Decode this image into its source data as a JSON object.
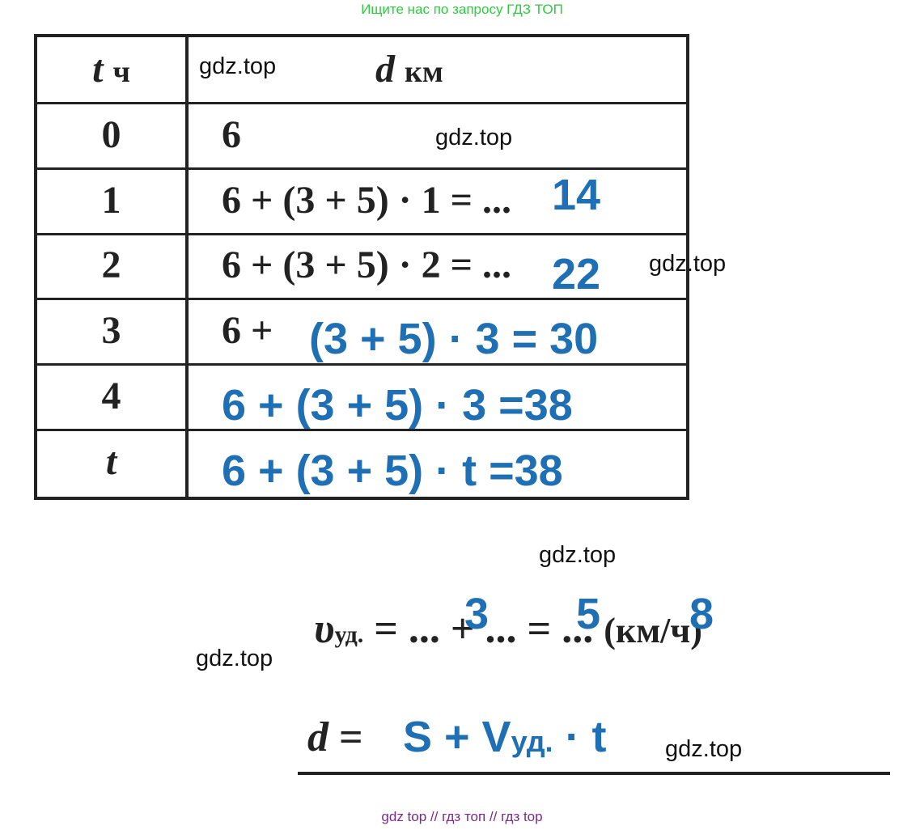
{
  "banner": "Ищите нас по запросу ГДЗ ТОП",
  "table": {
    "header": {
      "t_var": "t",
      "t_unit": "ч",
      "d_var": "d",
      "d_unit": "км"
    },
    "rows": [
      {
        "t": "0",
        "expr": "6",
        "answer": ""
      },
      {
        "t": "1",
        "expr": "6 + (3 + 5) · 1 = ...",
        "answer": "14"
      },
      {
        "t": "2",
        "expr": "6 + (3 + 5) · 2 = ...",
        "answer": "22"
      },
      {
        "t": "3",
        "expr": "6 + ",
        "answer": "(3 + 5) · 3 = 30"
      },
      {
        "t": "4",
        "expr": "",
        "answer": "6 + (3 + 5) · 3 =38"
      },
      {
        "t": "t",
        "expr": "",
        "answer": "6 + (3 + 5) · t =38"
      }
    ]
  },
  "watermarks": [
    "gdz.top",
    "gdz.top",
    "gdz.top",
    "gdz.top",
    "gdz.top",
    "gdz.top"
  ],
  "speed_formula": {
    "var": "υ",
    "sub": "уд.",
    "eq": "=",
    "dots": "...",
    "plus": "+",
    "unit": "(км/ч)",
    "a": "3",
    "b": "5",
    "sum": "8"
  },
  "distance_formula": {
    "var": "d",
    "eq": "=",
    "rhs_main": "S + V",
    "rhs_sub": "уд.",
    "rhs_tail": " · t"
  },
  "footer": "gdz top  //  гдз топ  //  гдз top"
}
